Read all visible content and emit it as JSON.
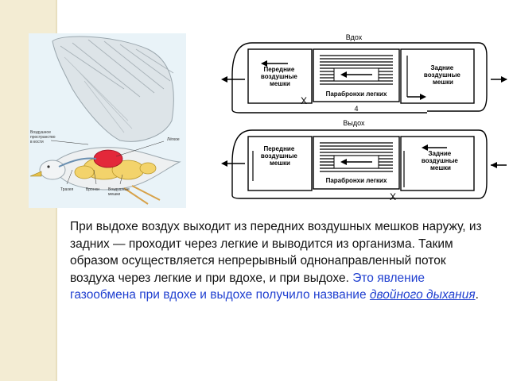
{
  "illustration": {
    "labels": {
      "air_space": [
        "Воздушное",
        "пространство",
        "в кости"
      ],
      "lungs": "Лёгкое",
      "trachea": "Трахея",
      "bronchi": "Бронхи",
      "air_sacs": [
        "Воздушные",
        "мешки"
      ]
    }
  },
  "schema": {
    "inhale": {
      "title": "Вдох",
      "front_sacs": [
        "Передние",
        "воздушные",
        "мешки"
      ],
      "rear_sacs": [
        "Задние",
        "воздушные",
        "мешки"
      ],
      "lungs": "Парабронхи легких",
      "valve": "X",
      "number": "4"
    },
    "exhale": {
      "title": "Выдох",
      "front_sacs": [
        "Передние",
        "воздушные",
        "мешки"
      ],
      "rear_sacs": [
        "Задние",
        "воздушные",
        "мешки"
      ],
      "lungs": "Парабронхи легких",
      "valve": "X"
    }
  },
  "text": {
    "part1": "При выдохе воздух выходит из передних воздушных мешков наружу, из задних — проходит через легкие и выводится из организма. Таким образом осуществляется непрерывный однонаправленный поток воздуха через легкие и при вдохе, и при выдохе.",
    "part2": "Это явление газообмена при вдохе и выдохе получило название",
    "link": "двойного дыхания",
    "end": "."
  }
}
